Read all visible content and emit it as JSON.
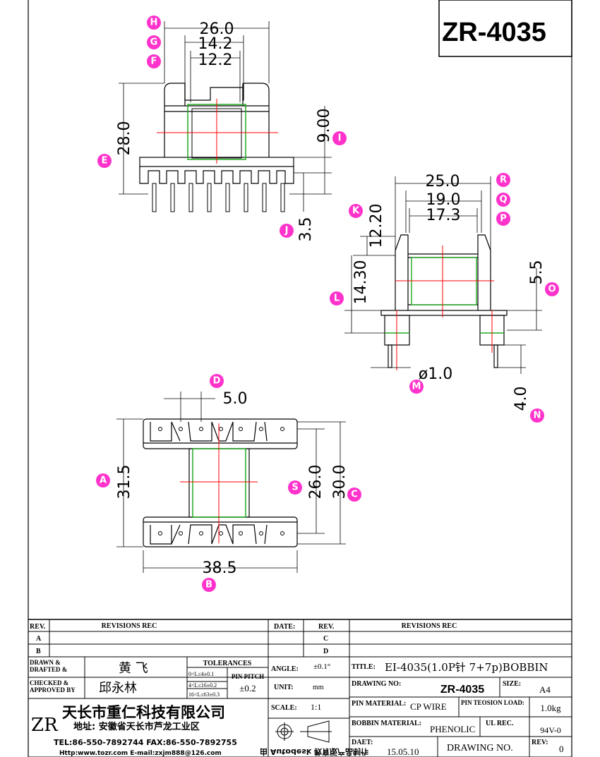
{
  "part_number": "ZR-4035",
  "dims": {
    "top_w1": "26.0",
    "top_w2": "14.2",
    "top_w3": "12.2",
    "top_h": "28.0",
    "top_h2": "9.00",
    "top_pin": "3.5",
    "side_w1": "25.0",
    "side_w2": "19.0",
    "side_w3": "17.3",
    "side_h1": "12.20",
    "side_h2": "14.30",
    "side_h3": "5.5",
    "side_pin_d": "ø1.0",
    "side_pin_l": "4.0",
    "bot_pitch": "5.0",
    "bot_h1": "31.5",
    "bot_h2": "26.0",
    "bot_h3": "30.0",
    "bot_w": "38.5"
  },
  "markers": [
    "H",
    "G",
    "F",
    "E",
    "I",
    "J",
    "K",
    "L",
    "M",
    "N",
    "O",
    "P",
    "Q",
    "R",
    "D",
    "A",
    "S",
    "C",
    "B"
  ],
  "title_block": {
    "rev_hdr": "REV.",
    "revisions_hdr": "REVISIONS  REC",
    "date_hdr": "DATE:",
    "rev_hdr2": "REV.",
    "revisions_hdr2": "REVISIONS  REC",
    "rev_a": "A",
    "rev_b": "B",
    "rev_c": "C",
    "rev_d": "D",
    "drawn_label": "DRAWN &\nDRAFTED &",
    "drawn_name": "黄    飞",
    "checked_label": "CHECKED  &\nAPPROVED  BY",
    "checked_name": "邱永林",
    "tol_hdr": "TOLERANCES",
    "tol1": "0<L≤4±0.1",
    "tol2": "4<L≤16±0.2",
    "tol3": "16<L≤63±0.3",
    "pin_pitch_label": "PIN PITCH",
    "pin_pitch_val": "±0.2",
    "angle_label": "ANGLE:",
    "angle_val": "±0.1°",
    "unit_label": "UNIT:",
    "unit_val": "mm",
    "scale_label": "SCALE:",
    "scale_val": "1:1",
    "title_label": "TITLE:",
    "title_val": "EI-4035(1.0P针 7+7p)BOBBIN",
    "drawing_no_label": "DRAWING  NO:",
    "drawing_no_val": "ZR-4035",
    "size_label": "SIZE:",
    "size_val": "A4",
    "pin_material_label": "PIN  MATERIAL:",
    "pin_material_val": "CP WIRE",
    "tension_label": "PIN TEOSION LOAD:",
    "tension_val": "1.0kg",
    "bobbin_material_label": "BOBBIN  MATERIAL:",
    "bobbin_material_val": "PHENOLIC",
    "ul_label": "UL  REC.",
    "ul_val": "94V-0",
    "date_label": "DAET:",
    "date_val": "15.05.10",
    "drawing_no2": "DRAWING   NO.",
    "rev_label": "REV:",
    "rev_val": "0",
    "company_logo": "ZR",
    "company_name": "天长市重仁科技有限公司",
    "address": "地址: 安徽省天长市芦龙工业区",
    "tel": "TEL:86-550-7892744   FAX:86-550-7892755",
    "web": "Http:www.tozr.com    E-mail:zxjm888@126.com",
    "watermark": "由 Autodesk 教育版产品制作"
  }
}
